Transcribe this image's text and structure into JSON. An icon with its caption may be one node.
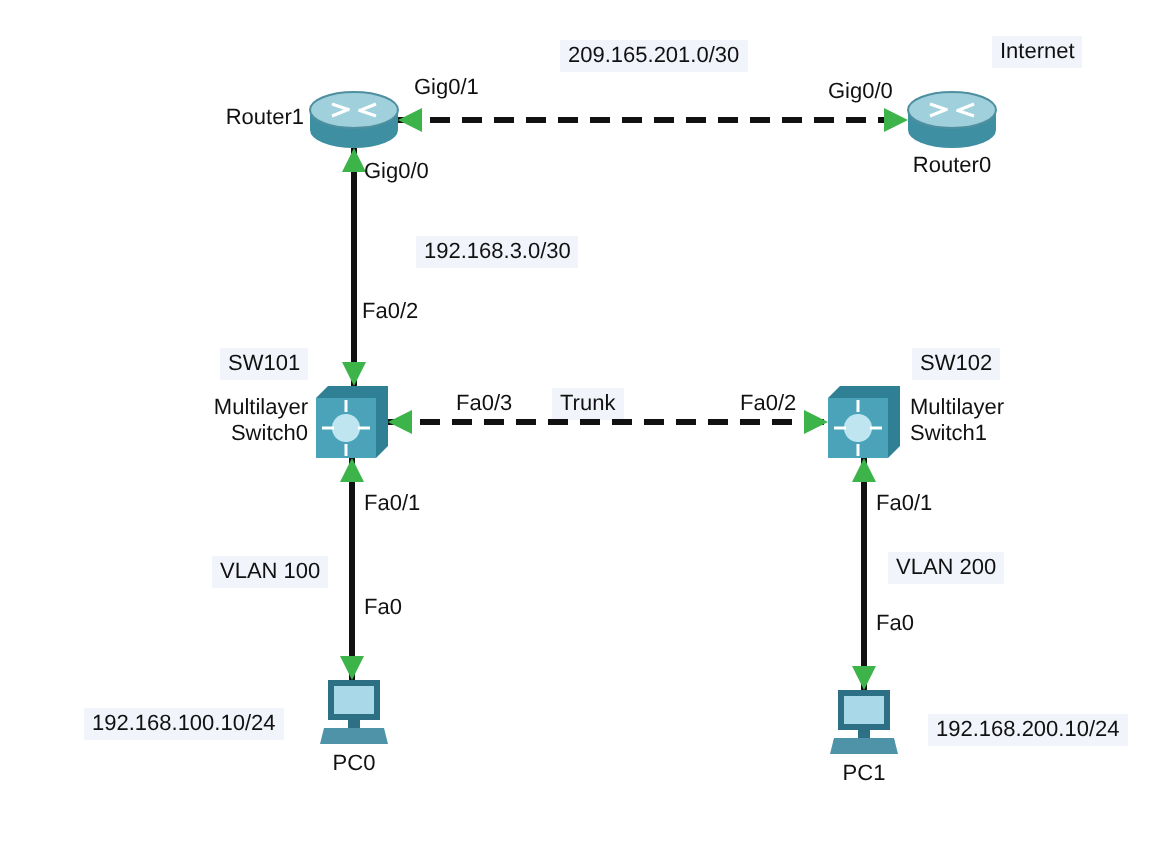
{
  "diagram": {
    "nodes": [
      {
        "text": [
          "Router1"
        ]
      },
      {
        "text": [
          "Router0"
        ]
      },
      {
        "text": [
          "Multilayer Switch0"
        ],
        "beside": [
          "SW101"
        ]
      },
      {
        "text": [
          "Multilayer Switch1"
        ],
        "beside": [
          "SW102"
        ]
      },
      {
        "text": [
          "PC0"
        ],
        "beside": [
          "192.168.100.10/24"
        ]
      },
      {
        "text": [
          "PC1"
        ],
        "beside": [
          "192.168.200.10/24"
        ]
      }
    ],
    "edges": [
      {
        "from": 0,
        "to": 1,
        "arrow": "both",
        "style": "dashed",
        "label": "209.165.201.0/30"
      },
      {
        "from": 0,
        "to": 2,
        "arrow": "both",
        "label": "192.168.3.0/30"
      },
      {
        "from": 2,
        "to": 3,
        "arrow": "both",
        "style": "dashed",
        "label": "Trunk"
      },
      {
        "from": 2,
        "to": 4,
        "arrow": "both",
        "label": "VLAN 100"
      },
      {
        "from": 3,
        "to": 5,
        "arrow": "both",
        "label": "VLAN 200"
      }
    ],
    "labels": [
      "Internet",
      "Gig0/1",
      "Gig0/0",
      "Gig0/0",
      "Fa0/2",
      "Fa0/3",
      "Fa0/2",
      "Fa0/1",
      "Fa0/1",
      "Fa0",
      "Fa0"
    ]
  }
}
